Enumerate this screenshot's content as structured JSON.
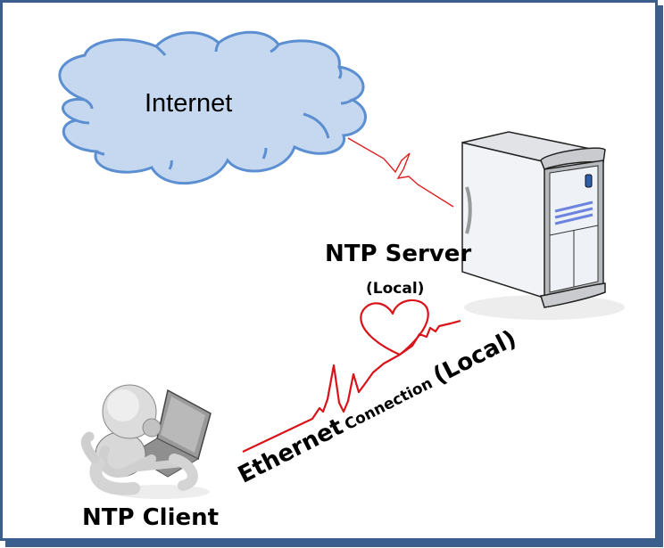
{
  "diagram": {
    "title": "NTP network topology",
    "colors": {
      "frame_border": "#3b5e8c",
      "cloud_fill": "#c5d8ef",
      "cloud_stroke": "#5b8fd1",
      "link_red": "#e02020",
      "server_body": "#eef0f3",
      "server_accent": "#6c84e0"
    },
    "nodes": [
      {
        "id": "internet",
        "label": "Internet",
        "icon": "cloud-icon"
      },
      {
        "id": "ntp-server",
        "label": "NTP Server",
        "sublabel": "(Local)",
        "icon": "server-tower-icon"
      },
      {
        "id": "ntp-client",
        "label": "NTP Client",
        "icon": "robot-laptop-icon"
      }
    ],
    "edges": [
      {
        "from": "internet",
        "to": "ntp-server",
        "style": "lightning-zigzag",
        "icon": "lightning-link-icon"
      },
      {
        "from": "ntp-client",
        "to": "ntp-server",
        "style": "heartbeat-line",
        "icon": "heartbeat-heart-icon",
        "label_parts": [
          "Ethernet",
          "Connection",
          "(Local)"
        ]
      }
    ]
  }
}
